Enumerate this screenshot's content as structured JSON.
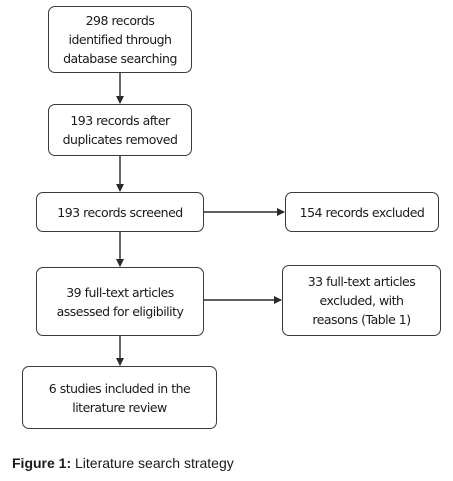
{
  "flowchart": {
    "records_identified": "298 records\nidentified through\ndatabase searching",
    "after_duplicates": "193 records after\nduplicates removed",
    "screened": "193 records screened",
    "excluded": "154 records excluded",
    "full_text_assessed": "39 full-text articles\nassessed for eligibility",
    "full_text_excluded": "33 full-text articles\nexcluded, with\nreasons (Table 1)",
    "included": "6 studies included in the\nliterature review"
  },
  "caption": {
    "label": "Figure 1:",
    "text": " Literature search strategy"
  }
}
